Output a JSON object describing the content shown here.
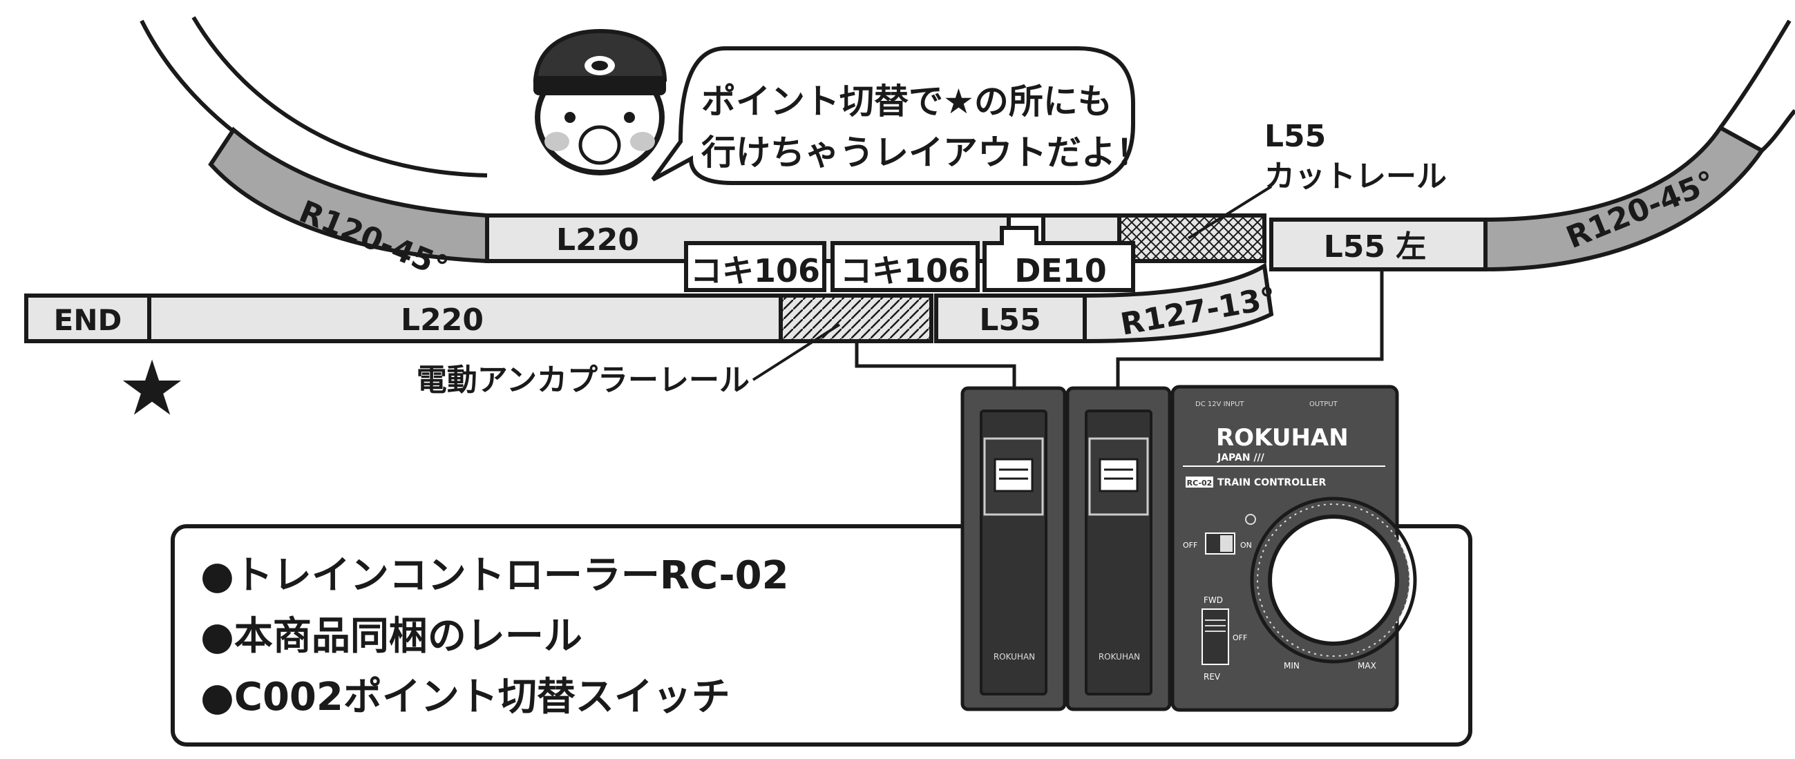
{
  "speech_bubble": {
    "line1": "ポイント切替で★の所にも",
    "line2": "行けちゃうレイアウトだよ！"
  },
  "upper_track": {
    "curve_left": "R120-45°",
    "straight": "L220",
    "cut_rail_label": "L55",
    "cut_rail_label2": "カットレール",
    "turnout": "L55 左",
    "curve_right": "R120-45°"
  },
  "lower_track": {
    "end": "END",
    "straight": "L220",
    "uncoupler": "電動アンカプラーレール",
    "l55": "L55",
    "curve": "R127-13°"
  },
  "rolling_stock": [
    "コキ106",
    "コキ106",
    "DE10"
  ],
  "star": "★",
  "controller": {
    "brand": "ROKUHAN",
    "brand_sub": "JAPAN ///",
    "model_tag": "RC-02",
    "product": "TRAIN CONTROLLER",
    "off": "OFF",
    "on": "ON",
    "fwd": "FWD",
    "rev": "REV",
    "off2": "OFF",
    "min": "MIN",
    "max": "MAX",
    "top_left": "DC 12V INPUT",
    "top_right": "OUTPUT",
    "switch_brand": "ROKUHAN"
  },
  "legend": {
    "items": [
      "●トレインコントローラーRC-02",
      "●本商品同梱のレール",
      "●C002ポイント切替スイッチ"
    ]
  },
  "colors": {
    "line": "#1a1a1a",
    "track_light": "#e6e6e6",
    "track_dark": "#a6a6a6",
    "controller_body": "#4d4d4d",
    "controller_dark": "#333333"
  }
}
